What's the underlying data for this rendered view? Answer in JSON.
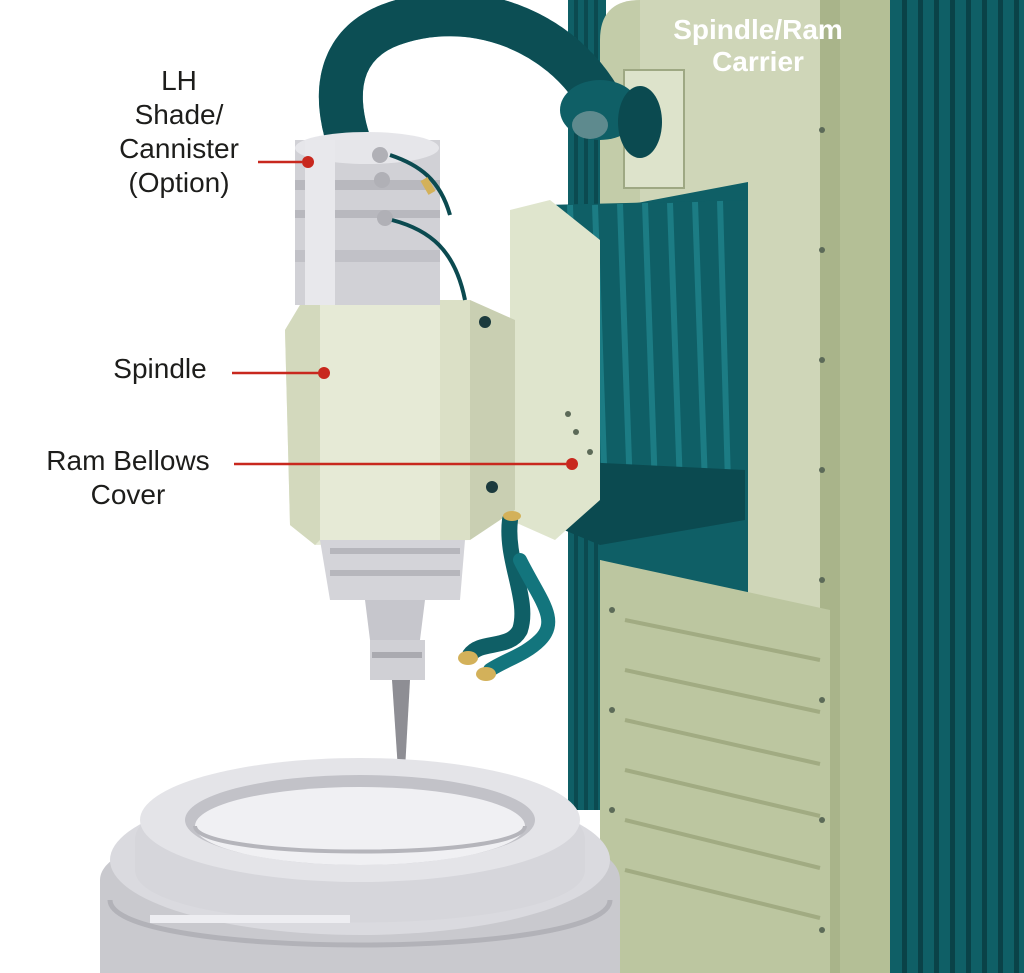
{
  "labels": {
    "lh_shade": {
      "lines": [
        "LH",
        "Shade/",
        "Cannister",
        "(Option)"
      ]
    },
    "spindle": {
      "text": "Spindle"
    },
    "ram_bellows": {
      "lines": [
        "Ram Bellows",
        "Cover"
      ]
    },
    "carrier": {
      "lines": [
        "Spindle/Ram",
        "Carrier"
      ]
    }
  },
  "colors": {
    "teal": "#0f5f66",
    "teal_dark": "#0b4a50",
    "machine_green": "#b9c4a2",
    "machine_light": "#d9e0c6",
    "spindle_cream": "#e6ead6",
    "metal_light": "#e3e3e6",
    "metal_mid": "#c9c9cd",
    "metal_dark": "#a7a7ac",
    "leader_red": "#c8281e",
    "nozzle_gold": "#d3b15a"
  }
}
